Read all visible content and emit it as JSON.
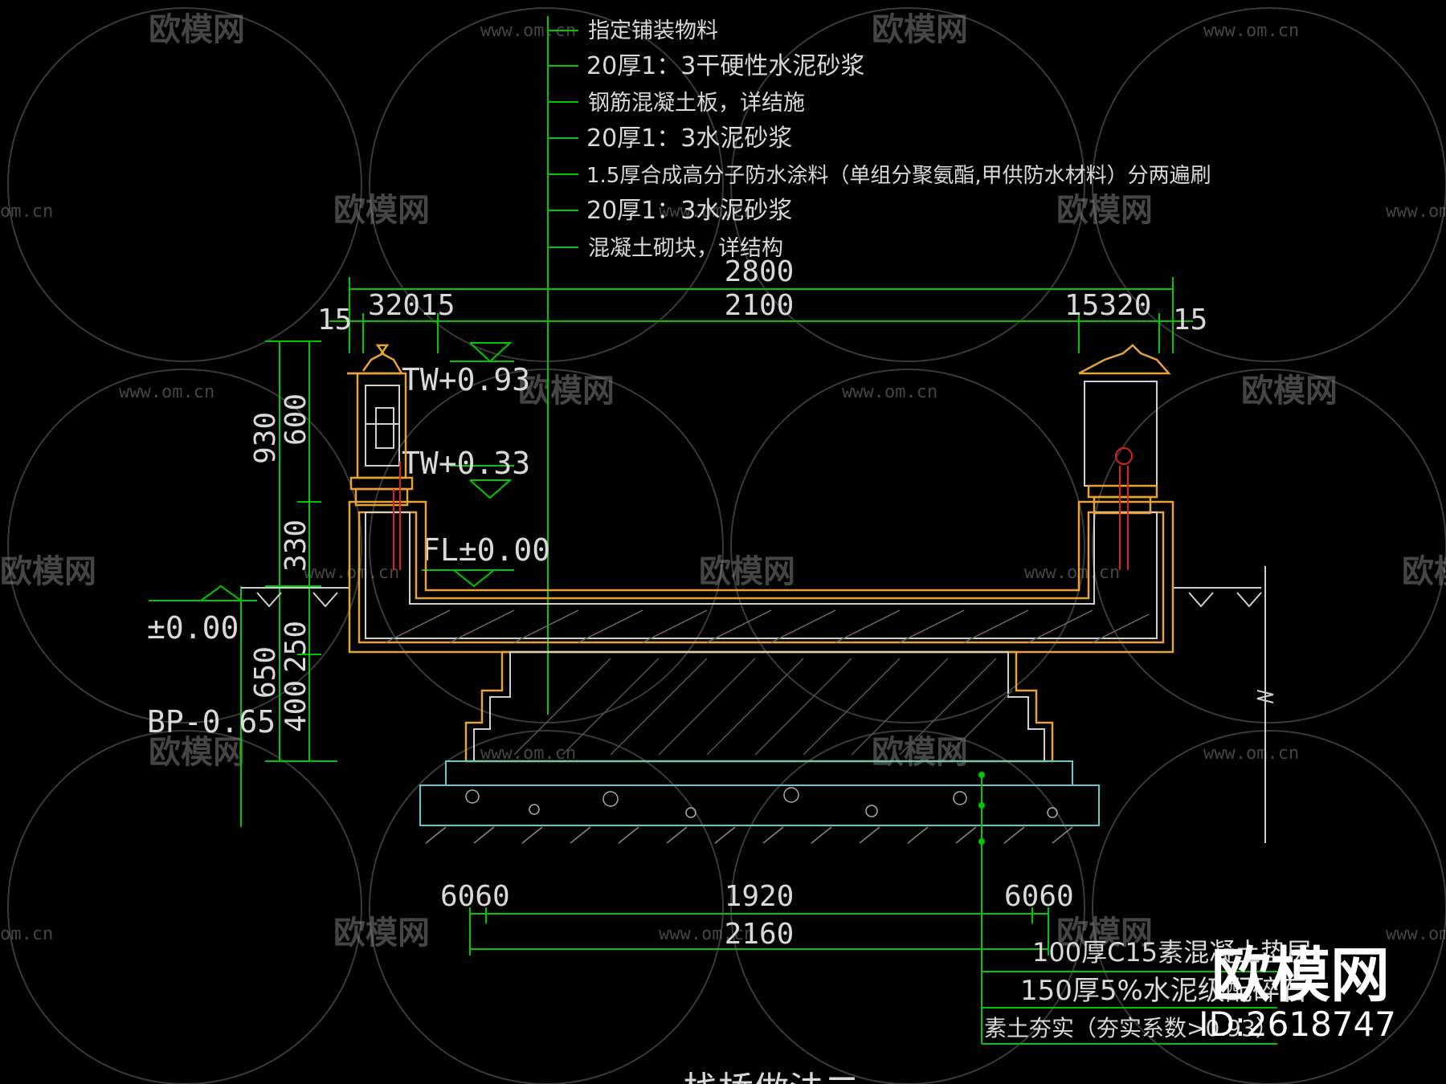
{
  "watermark": {
    "brand": "欧模网",
    "url": "www.om.cn",
    "url_short": "om.cn"
  },
  "layers": [
    "指定铺装物料",
    "20厚1：3干硬性水泥砂浆",
    "钢筋混凝土板，详结施",
    "20厚1：3水泥砂浆",
    "1.5厚合成高分子防水涂料（单组分聚氨酯,甲供防水材料）分两遍刷",
    "20厚1：3水泥砂浆",
    "混凝土砌块，详结构"
  ],
  "top_dims": {
    "total": "2800",
    "inner": "2100",
    "left_small": "15",
    "left_group": "32015",
    "right_group": "15320",
    "right_small": "15"
  },
  "left_dims": {
    "total_930": "930",
    "d600": "600",
    "d330": "330",
    "d650": "650",
    "d400": "400",
    "d250": "250"
  },
  "levels": {
    "tw_high": "TW+0.93",
    "tw_low": "TW+0.33",
    "fl": "FL±0.00",
    "ground": "±0.00",
    "bp": "BP-0.65"
  },
  "bottom_dims": {
    "left": "6060",
    "mid": "1920",
    "right": "6060",
    "total": "2160"
  },
  "foundation": [
    "100厚C15素混凝土垫层",
    "150厚5%水泥级配碎石",
    "素土夯实（夯实系数>0.93）"
  ],
  "brand_mark": {
    "name": "欧模网",
    "id": "ID:2618747"
  },
  "caption": "栈桥做法二"
}
